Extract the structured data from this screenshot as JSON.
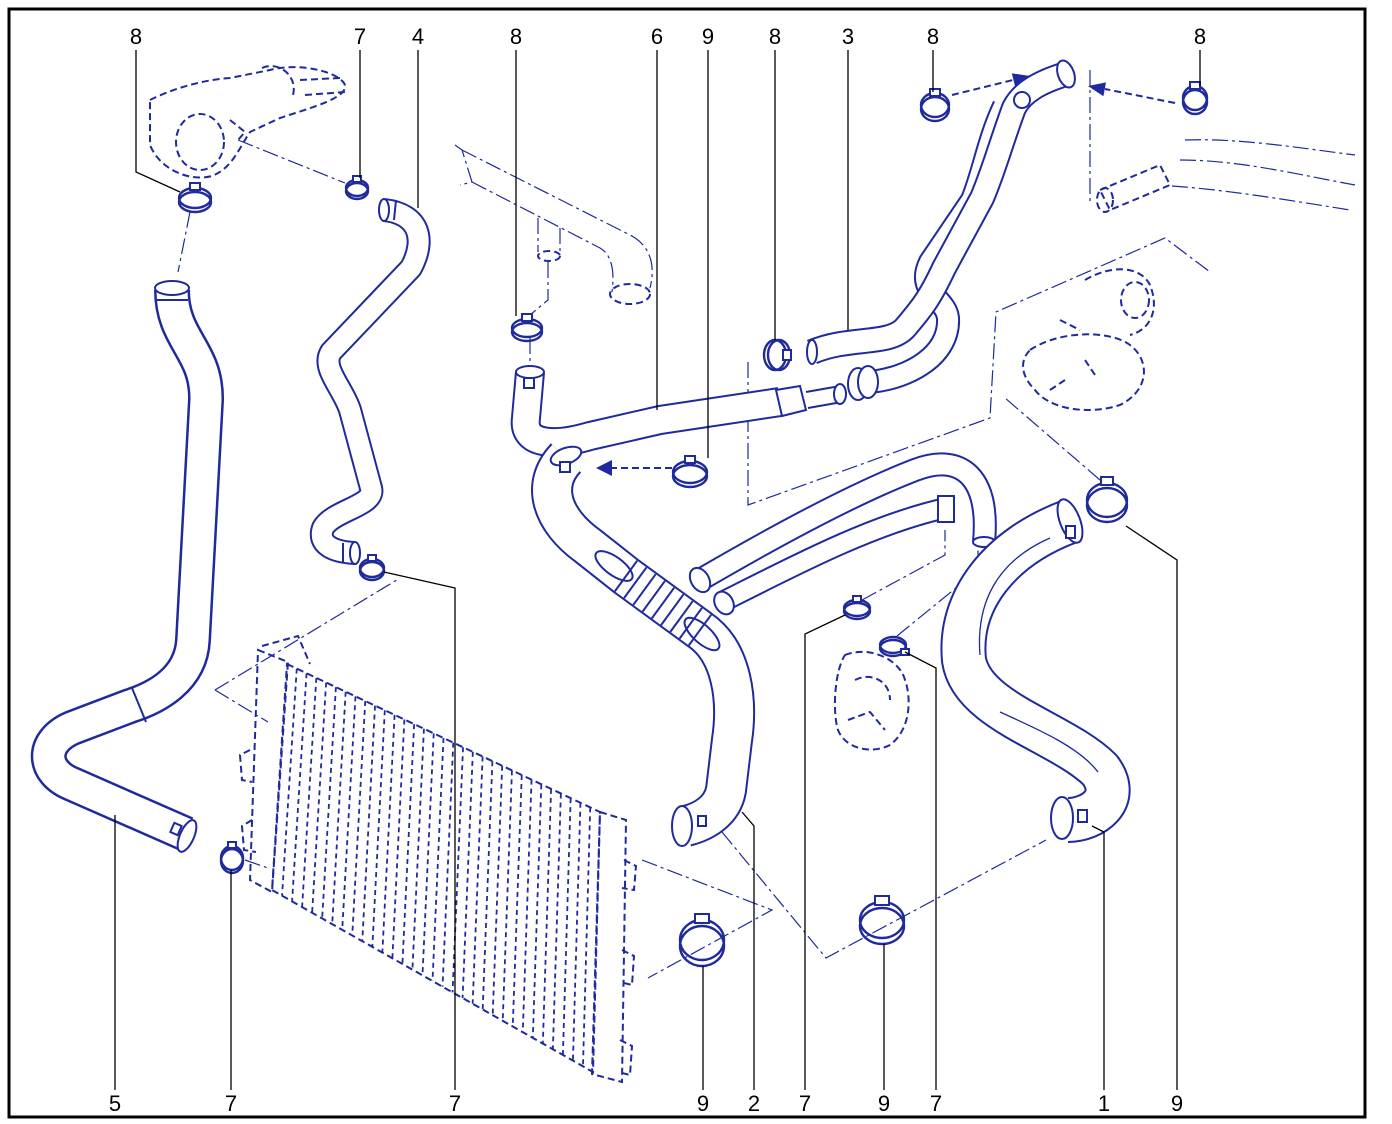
{
  "labels": {
    "top": [
      "8",
      "7",
      "4",
      "8",
      "6",
      "9",
      "8",
      "3",
      "8",
      "8"
    ],
    "bottom": [
      "5",
      "7",
      "7",
      "9",
      "2",
      "7",
      "9",
      "7",
      "1",
      "9"
    ]
  },
  "colors": {
    "ink": "#1f2a9c",
    "text": "#000000"
  }
}
